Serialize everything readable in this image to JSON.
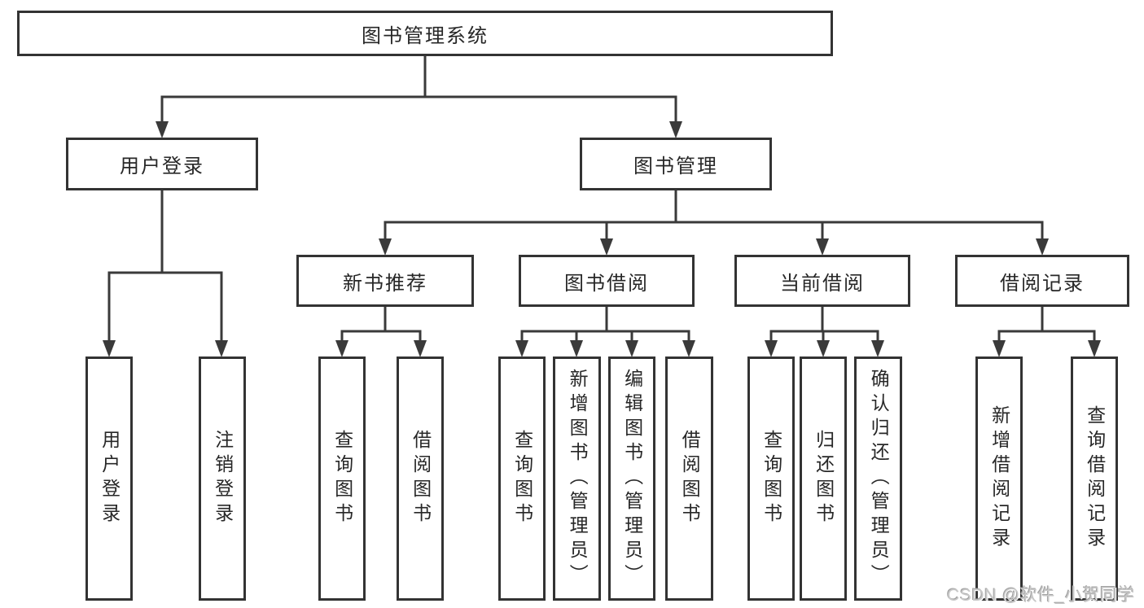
{
  "diagram": {
    "title": "图书管理系统",
    "tree": {
      "label": "图书管理系统",
      "children": [
        {
          "label": "用户登录",
          "children": [
            {
              "label": "用户登录"
            },
            {
              "label": "注销登录"
            }
          ]
        },
        {
          "label": "图书管理",
          "children": [
            {
              "label": "新书推荐",
              "children": [
                {
                  "label": "查询图书"
                },
                {
                  "label": "借阅图书"
                }
              ]
            },
            {
              "label": "图书借阅",
              "children": [
                {
                  "label": "查询图书"
                },
                {
                  "label": "新增图书（管理员）"
                },
                {
                  "label": "编辑图书（管理员）"
                },
                {
                  "label": "借阅图书"
                }
              ]
            },
            {
              "label": "当前借阅",
              "children": [
                {
                  "label": "查询图书"
                },
                {
                  "label": "归还图书"
                },
                {
                  "label": "确认归还（管理员）"
                }
              ]
            },
            {
              "label": "借阅记录",
              "children": [
                {
                  "label": "新增借阅记录"
                },
                {
                  "label": "查询借阅记录"
                }
              ]
            }
          ]
        }
      ]
    }
  },
  "watermark": {
    "text": "CSDN @软件_小贺同学"
  },
  "colors": {
    "line": "#3a3a3a",
    "box_border": "#333333",
    "text": "#272727",
    "background": "#ffffff",
    "watermark": "#c9c9c9"
  }
}
